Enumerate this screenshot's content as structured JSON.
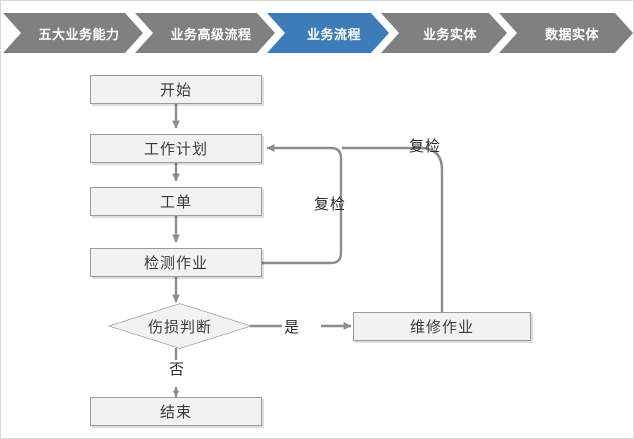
{
  "breadcrumb": {
    "items": [
      {
        "label": "五大业务能力",
        "active": false
      },
      {
        "label": "业务高级流程",
        "active": false
      },
      {
        "label": "业务流程",
        "active": true
      },
      {
        "label": "业务实体",
        "active": false
      },
      {
        "label": "数据实体",
        "active": false
      }
    ],
    "active_color": "#3d7cb8",
    "inactive_color": "#808080",
    "text_color": "#ffffff"
  },
  "flowchart": {
    "node_fill": "#f2f2f2",
    "node_border": "#9a9a9a",
    "connector_color": "#8c8c8c",
    "nodes": [
      {
        "id": "start",
        "label": "开始",
        "shape": "rect"
      },
      {
        "id": "work-plan",
        "label": "工作计划",
        "shape": "rect"
      },
      {
        "id": "work-order",
        "label": "工单",
        "shape": "rect"
      },
      {
        "id": "inspection",
        "label": "检测作业",
        "shape": "rect"
      },
      {
        "id": "decision",
        "label": "伤损判断",
        "shape": "diamond"
      },
      {
        "id": "repair",
        "label": "维修作业",
        "shape": "rect"
      },
      {
        "id": "end",
        "label": "结束",
        "shape": "rect"
      }
    ],
    "edge_labels": [
      {
        "id": "recheck-inspection",
        "label": "复检"
      },
      {
        "id": "recheck-repair",
        "label": "复检"
      },
      {
        "id": "yes",
        "label": "是"
      },
      {
        "id": "no",
        "label": "否"
      }
    ]
  }
}
